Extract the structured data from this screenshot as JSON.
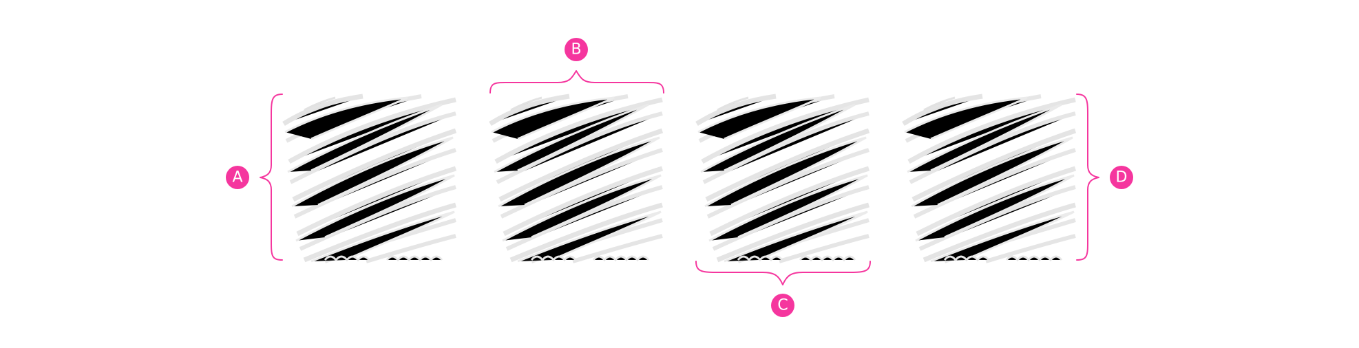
{
  "colors": {
    "accent": "#f5369e",
    "placeholder_fill": "#e6e6e6",
    "badge_text": "#ffffff",
    "background": "#ffffff"
  },
  "panels": [
    {
      "icon": "scribble-placeholder-icon"
    },
    {
      "icon": "scribble-placeholder-icon"
    },
    {
      "icon": "scribble-placeholder-icon"
    },
    {
      "icon": "scribble-placeholder-icon"
    }
  ],
  "callouts": {
    "a": {
      "label": "A",
      "brace_side": "left"
    },
    "b": {
      "label": "B",
      "brace_side": "top"
    },
    "c": {
      "label": "C",
      "brace_side": "bottom"
    },
    "d": {
      "label": "D",
      "brace_side": "right"
    }
  }
}
